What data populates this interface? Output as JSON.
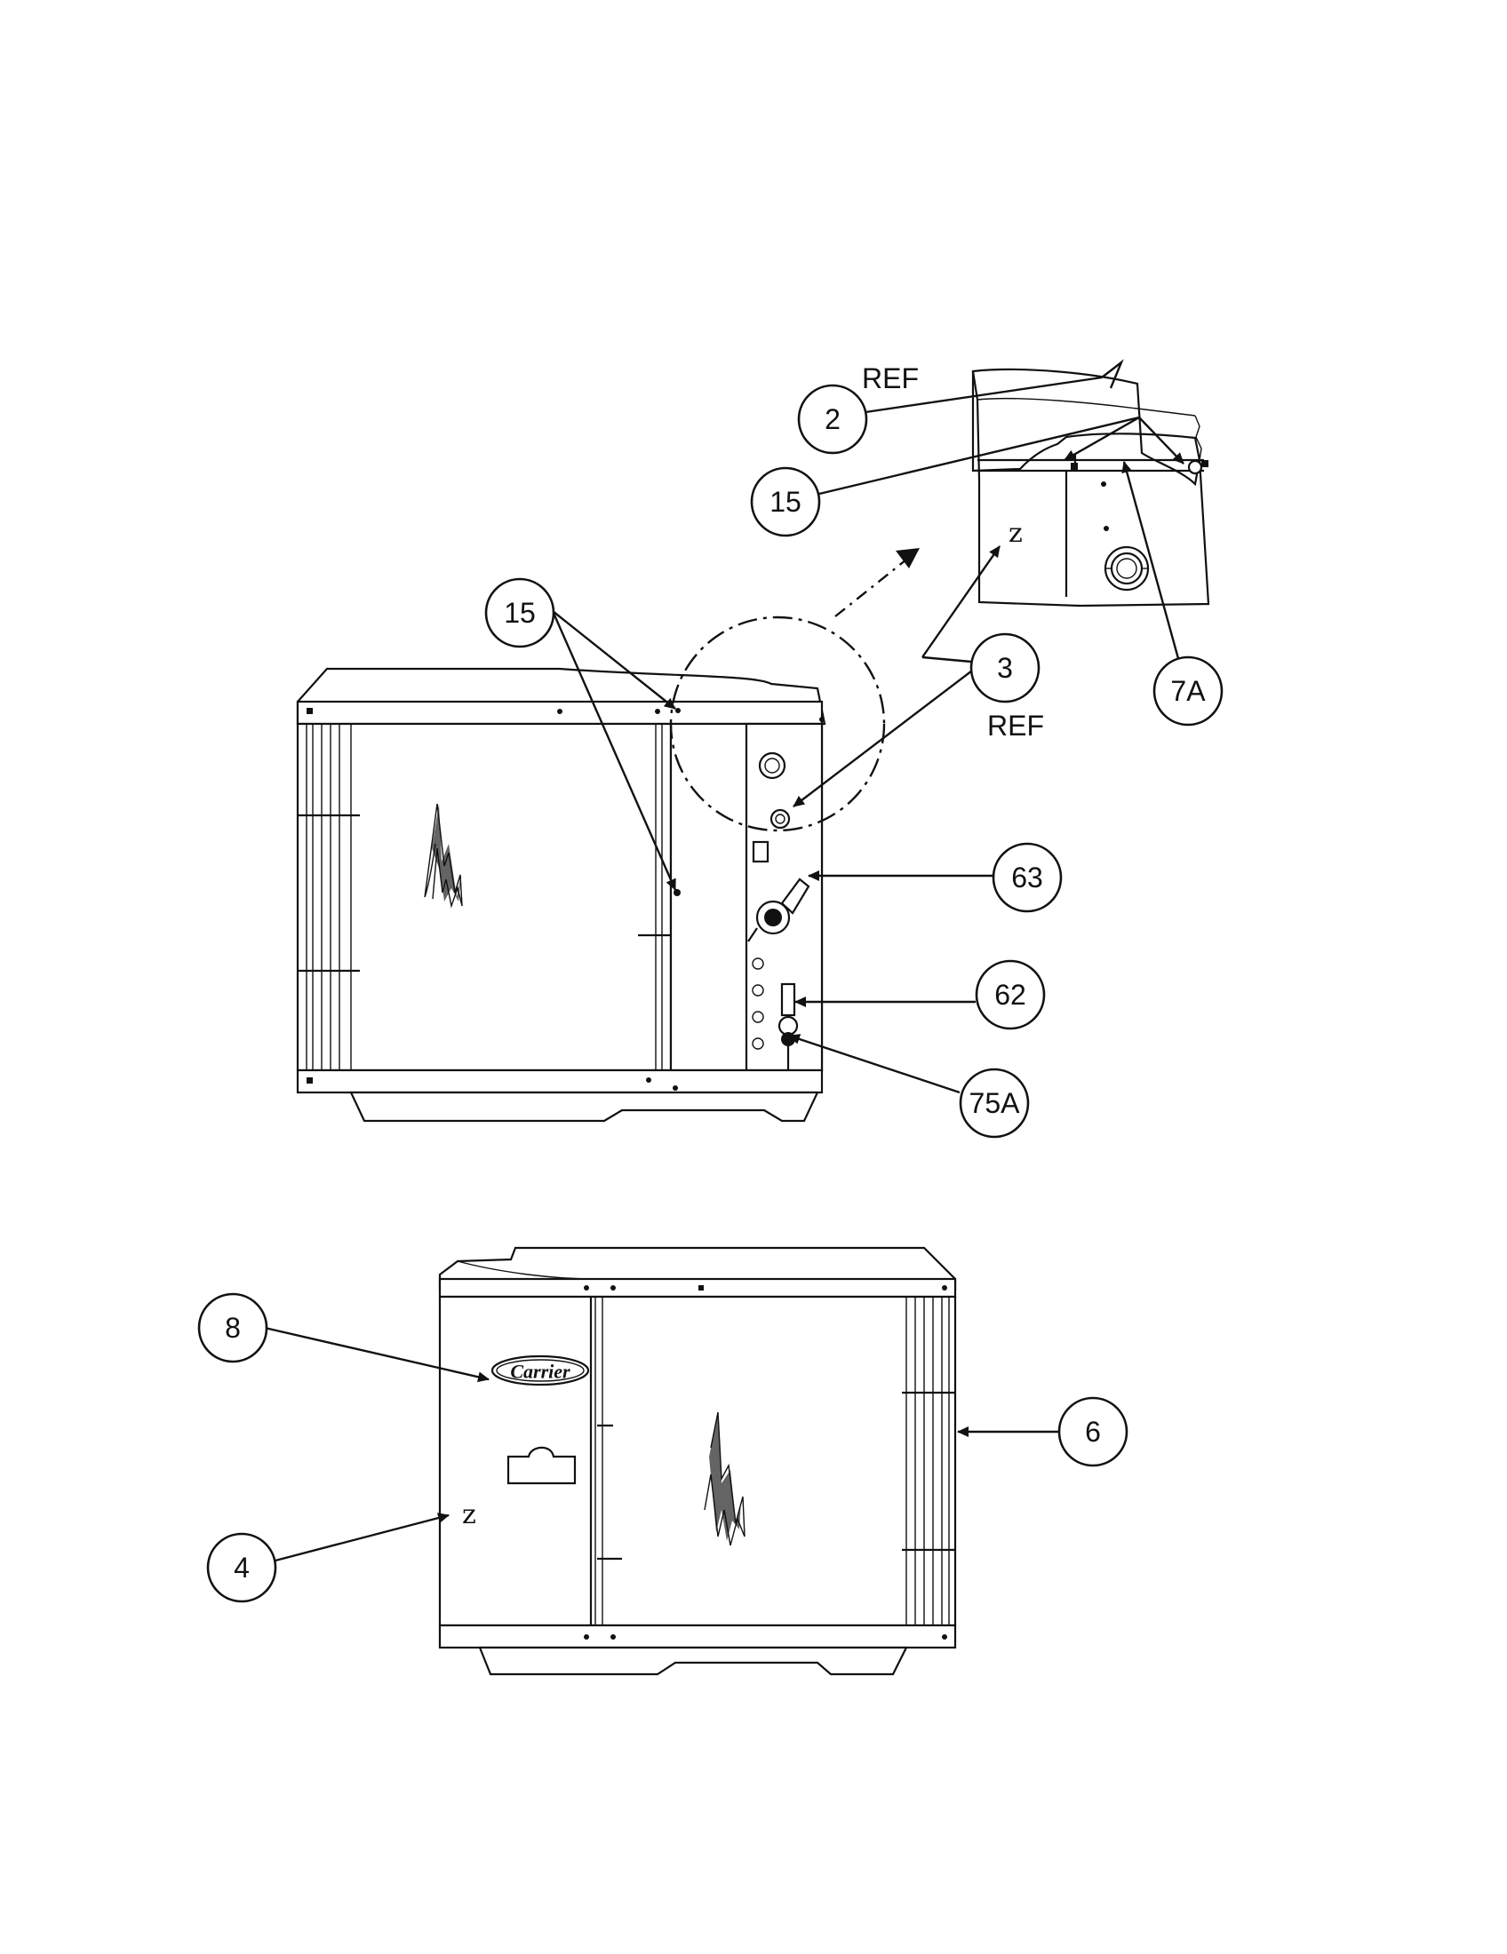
{
  "callouts": {
    "c2": "2",
    "c15_detail": "15",
    "c15_main": "15",
    "c3": "3",
    "c7a": "7A",
    "c63": "63",
    "c62": "62",
    "c75a": "75A",
    "c8": "8",
    "c6": "6",
    "c4": "4"
  },
  "ref_labels": {
    "ref_top": "REF",
    "ref_mid": "REF"
  },
  "logo": {
    "brand": "Carrier"
  },
  "handwritten_marks": {
    "detail_mark": "z",
    "front_mark": "z"
  }
}
